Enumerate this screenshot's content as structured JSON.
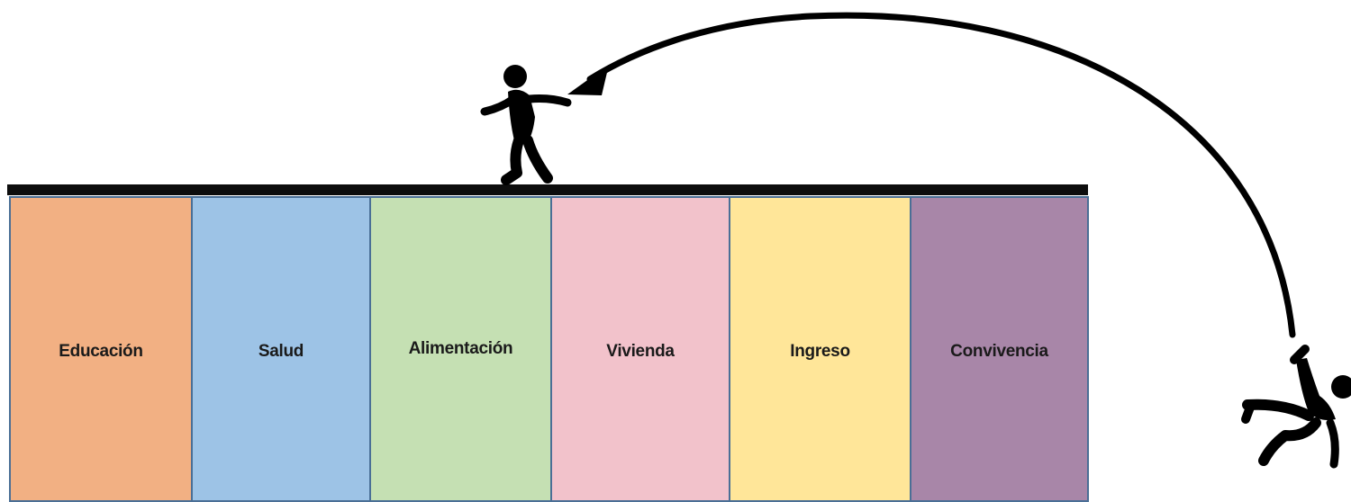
{
  "diagram": {
    "pillars": [
      {
        "label": "Educación",
        "color": "#f2b083"
      },
      {
        "label": "Salud",
        "color": "#9dc3e6"
      },
      {
        "label": "Alimentación",
        "color": "#c5e0b3"
      },
      {
        "label": "Vivienda",
        "color": "#f2c2cb"
      },
      {
        "label": "Ingreso",
        "color": "#ffe699"
      },
      {
        "label": "Convivencia",
        "color": "#a886a8"
      }
    ],
    "figures": {
      "standing": "person-walking-icon",
      "falling": "person-falling-icon"
    },
    "arrow": "curved-arrow-icon"
  }
}
